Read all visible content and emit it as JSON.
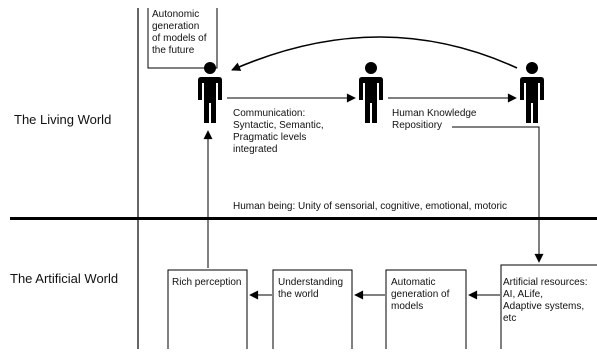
{
  "regions": {
    "living": "The Living World",
    "artificial": "The Artificial World"
  },
  "living": {
    "autonomic_box": "Autonomic\ngeneration\nof models of\nthe future",
    "communication": "Communication:\nSyntactic, Semantic,\nPragmatic levels\nintegrated",
    "repository": "Human Knowledge\nRepositiory",
    "human_being": "Human being:  Unity of sensorial, cognitive, emotional, motoric"
  },
  "artificial": {
    "rich_perception": "Rich perception",
    "understanding": "Understanding\nthe world",
    "automatic_generation": "Automatic\ngeneration of\nmodels",
    "resources": "Artificial resources:\nAI, ALife,\nAdaptive systems,\netc"
  },
  "icons": [
    "human-figure-icon",
    "human-figure-icon",
    "human-figure-icon"
  ],
  "colors": {
    "ink": "#000000",
    "text": "#111111",
    "background": "#ffffff"
  }
}
